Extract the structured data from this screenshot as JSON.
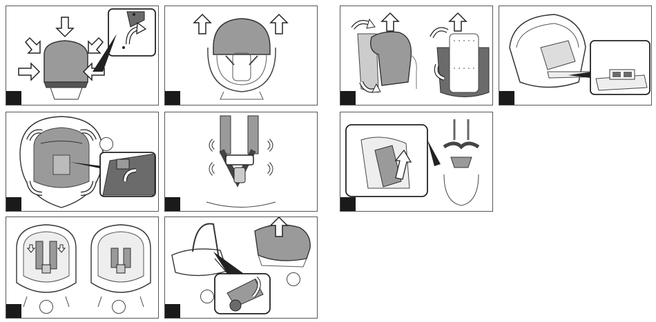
{
  "page": {
    "panels": [
      {
        "id": "p1",
        "icon": "canopy-attach-arrows-icon"
      },
      {
        "id": "p2",
        "icon": "lift-canopy-arrows-icon"
      },
      {
        "id": "p3",
        "icon": "fabric-cover-removal-icon"
      },
      {
        "id": "p4",
        "icon": "base-underside-label-icon"
      },
      {
        "id": "p5",
        "icon": "seat-pad-removal-icon"
      },
      {
        "id": "p6",
        "icon": "harness-buckle-rotation-icon"
      },
      {
        "id": "p7",
        "icon": "strap-release-detail-icon"
      },
      {
        "id": "p8",
        "icon": "harness-slot-positions-icon"
      },
      {
        "id": "p9",
        "icon": "carry-handle-release-icon"
      }
    ],
    "colors": {
      "ink": "#1a1a1a",
      "fabric": "#9a9a9a",
      "fabric_dark": "#6b6b6b",
      "outline": "#555555"
    }
  }
}
